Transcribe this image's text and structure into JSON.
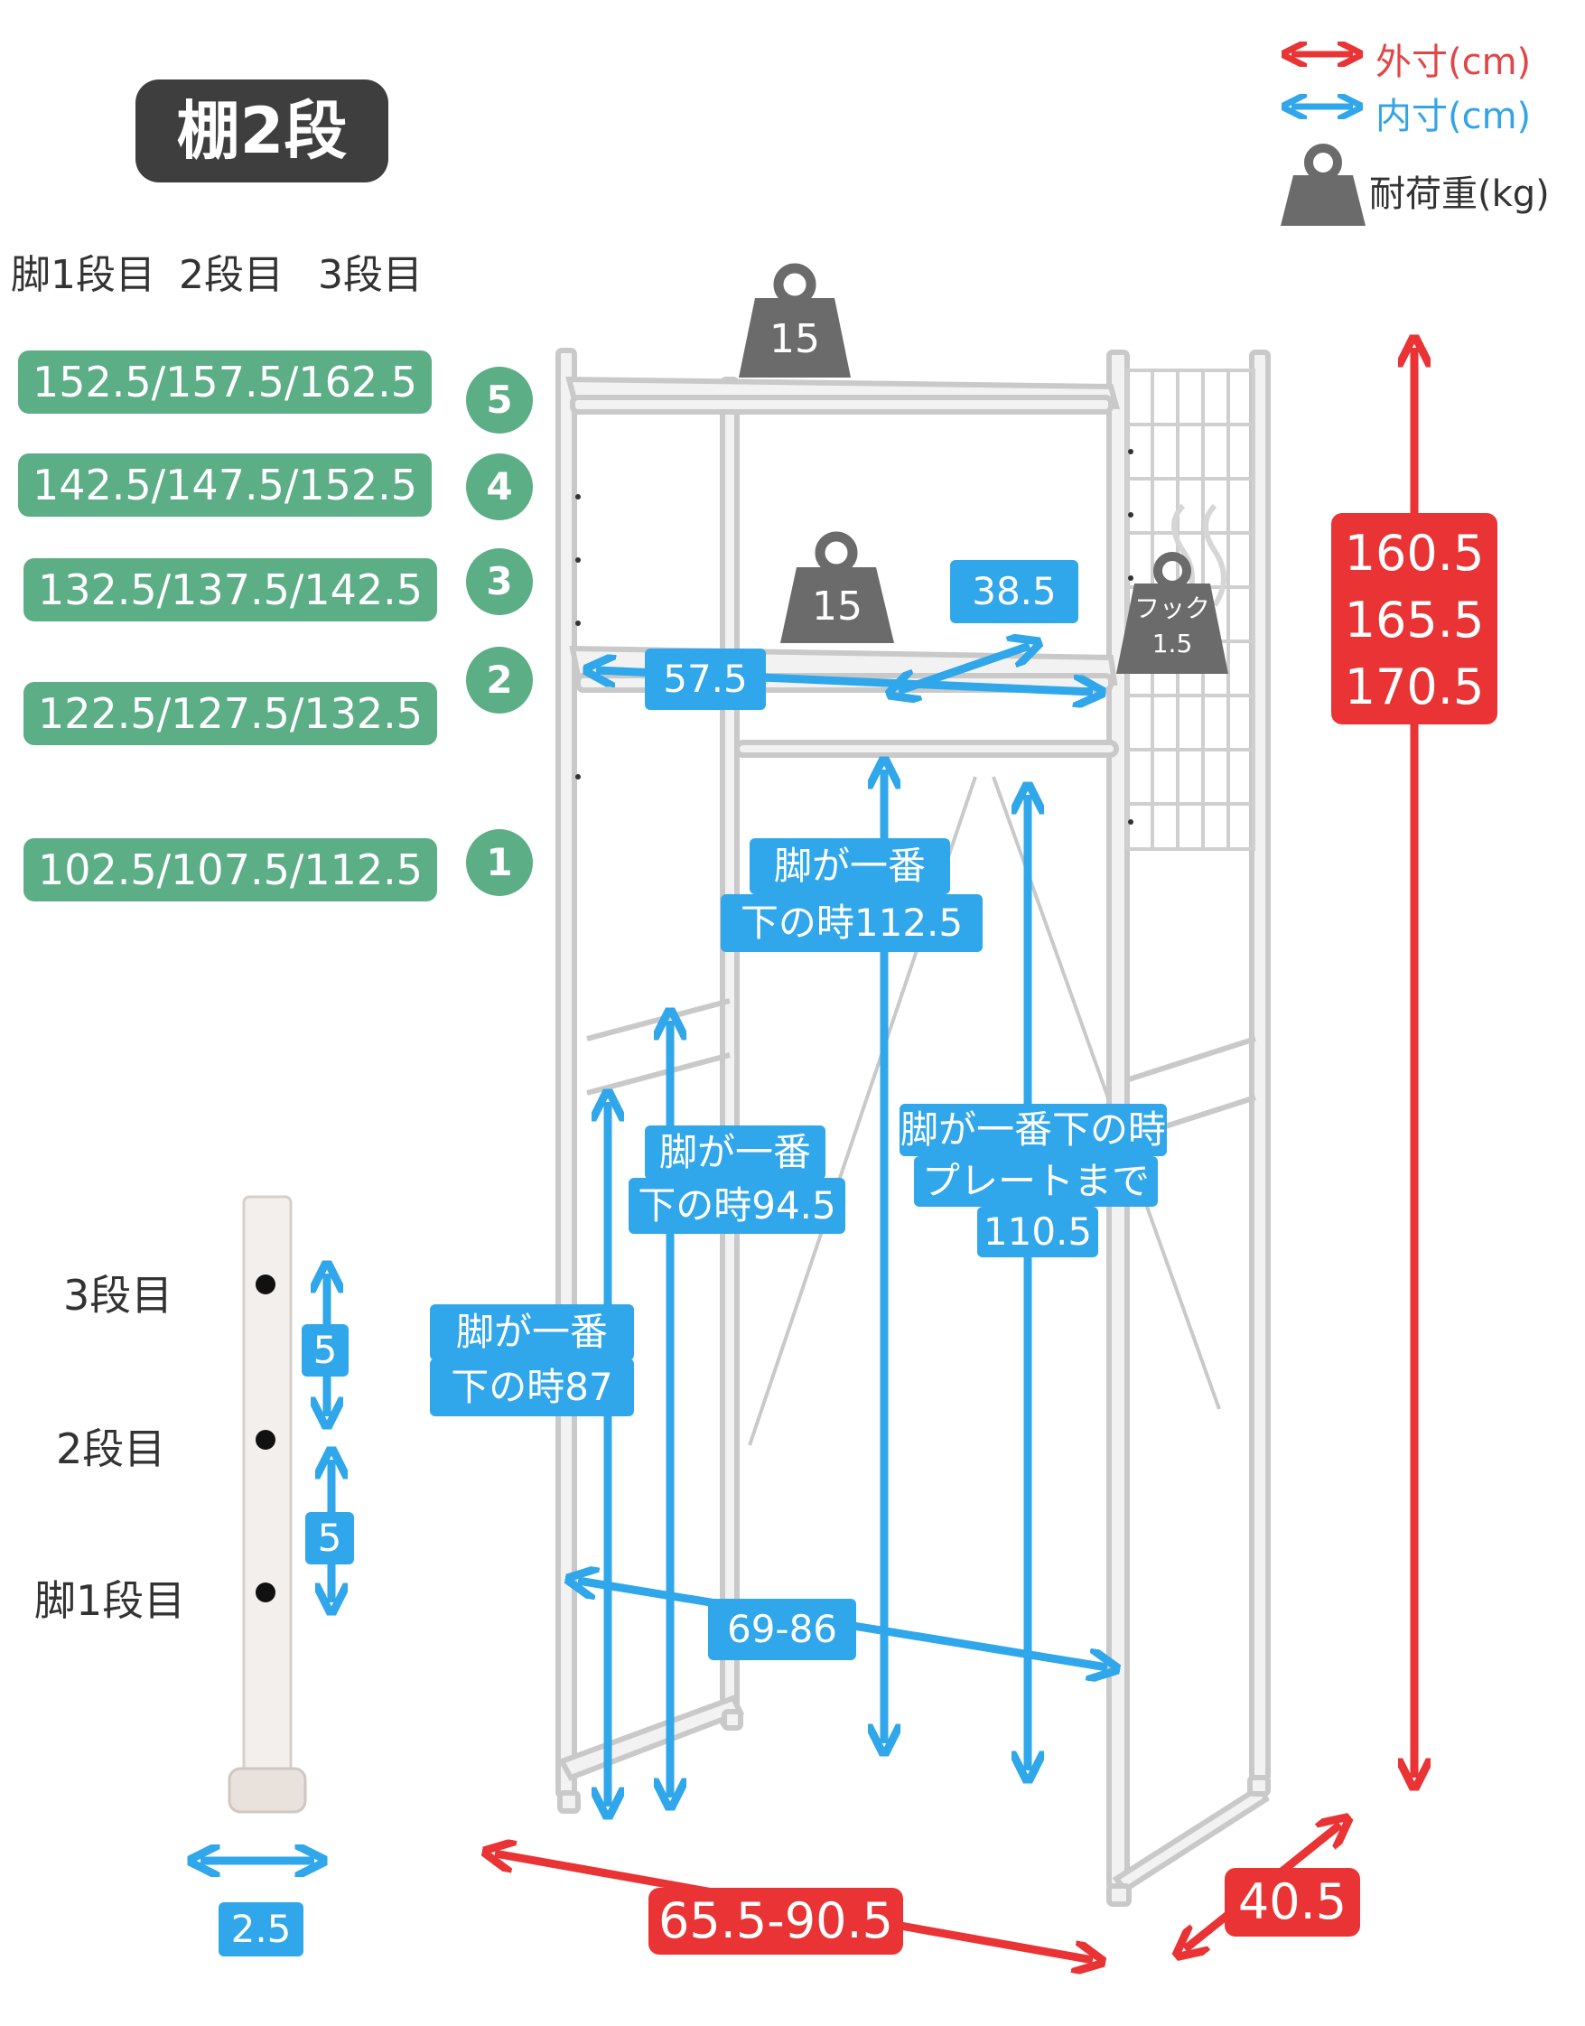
{
  "title": "棚2段",
  "legend": {
    "outer_label": "外寸(cm)",
    "inner_label": "内寸(cm)",
    "load_label": "耐荷重(kg)",
    "outer_color": "#ea3334",
    "inner_color": "#2fa7ea",
    "load_icon": "weight-icon"
  },
  "leg_columns": [
    "脚1段目",
    "2段目",
    "3段目"
  ],
  "shelf_levels": [
    {
      "level": "5",
      "heights": "152.5/157.5/162.5"
    },
    {
      "level": "4",
      "heights": "142.5/147.5/152.5"
    },
    {
      "level": "3",
      "heights": "132.5/137.5/142.5"
    },
    {
      "level": "2",
      "heights": "122.5/127.5/132.5"
    },
    {
      "level": "1",
      "heights": "102.5/107.5/112.5"
    }
  ],
  "loads": {
    "top_shelf": "15",
    "middle_shelf": "15",
    "hook_label": "フック",
    "hook_value": "1.5"
  },
  "inner_dims": {
    "shelf_width": "57.5",
    "shelf_depth": "38.5",
    "rod_height": [
      "脚が一番",
      "下の時112.5"
    ],
    "inner_94": [
      "脚が一番",
      "下の時94.5"
    ],
    "inner_87": [
      "脚が一番",
      "下の時87"
    ],
    "plate_height": [
      "脚が一番下の時",
      "プレートまで",
      "110.5"
    ],
    "inner_width": "69-86"
  },
  "outer_dims": {
    "heights": [
      "160.5",
      "165.5",
      "170.5"
    ],
    "width": "65.5-90.5",
    "depth": "40.5"
  },
  "leg_detail": {
    "labels": [
      "3段目",
      "2段目",
      "脚1段目"
    ],
    "step1": "5",
    "step2": "5",
    "diameter": "2.5"
  }
}
